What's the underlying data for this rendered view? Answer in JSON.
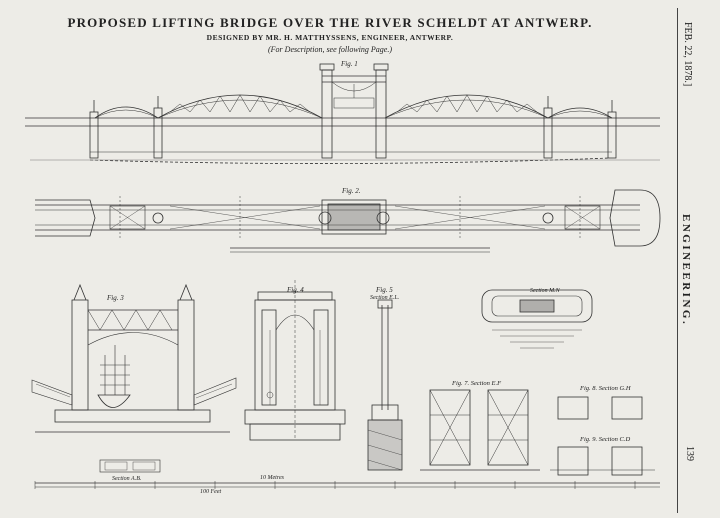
{
  "header": {
    "title": "PROPOSED LIFTING BRIDGE OVER THE RIVER SCHELDT AT ANTWERP.",
    "designer": "DESIGNED BY MR. H. MATTHYSSENS, ENGINEER, ANTWERP.",
    "note": "(For Description, see following Page.)"
  },
  "margin": {
    "date": "FEB. 22, 1878.]",
    "magazine": "ENGINEERING.",
    "page_number": "139"
  },
  "figures": {
    "fig1": "Fig. 1",
    "fig2": "Fig. 2.",
    "fig3": "Fig. 3",
    "fig4": "Fig. 4",
    "fig5": "Fig. 5",
    "fig5_section": "Section E.L.",
    "fig6_section": "Section M.N",
    "fig7": "Fig. 7. Section E.F",
    "fig8": "Fig. 8. Section G.H",
    "fig9": "Fig. 9. Section C.D",
    "section_ab": "Section A.B.",
    "scale_metres": "10 Metres",
    "scale_feet": "100 Feet"
  }
}
